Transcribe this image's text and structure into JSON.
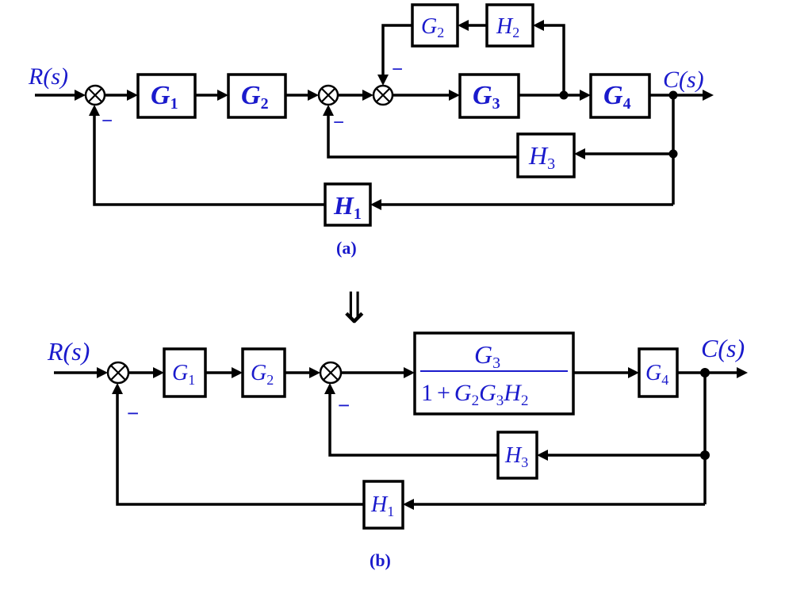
{
  "diagram_a": {
    "input_label": "R(s)",
    "output_label": "C(s)",
    "blocks": {
      "g1": {
        "sym": "G",
        "sub": "1"
      },
      "g2": {
        "sym": "G",
        "sub": "2"
      },
      "g3": {
        "sym": "G",
        "sub": "3"
      },
      "g4": {
        "sym": "G",
        "sub": "4"
      },
      "g2_feedback": {
        "sym": "G",
        "sub": "2"
      },
      "h2": {
        "sym": "H",
        "sub": "2"
      },
      "h3": {
        "sym": "H",
        "sub": "3"
      },
      "h1": {
        "sym": "H",
        "sub": "1"
      }
    },
    "signs": {
      "sum1": "−",
      "sum2": "−",
      "sum3": "−"
    },
    "caption": "(a)"
  },
  "transform_symbol": "⇓",
  "diagram_b": {
    "input_label": "R(s)",
    "output_label": "C(s)",
    "blocks": {
      "g1": {
        "sym": "G",
        "sub": "1"
      },
      "g2": {
        "sym": "G",
        "sub": "2"
      },
      "g4": {
        "sym": "G",
        "sub": "4"
      },
      "h3": {
        "sym": "H",
        "sub": "3"
      },
      "h1": {
        "sym": "H",
        "sub": "1"
      },
      "combined": {
        "numerator": {
          "sym": "G",
          "sub": "3"
        },
        "denominator": {
          "one": "1",
          "plus": "+",
          "g_a": {
            "sym": "G",
            "sub": "2"
          },
          "g_b": {
            "sym": "G",
            "sub": "3"
          },
          "h": {
            "sym": "H",
            "sub": "2"
          }
        }
      }
    },
    "signs": {
      "sum1": "−",
      "sum2": "−"
    },
    "caption": "(b)"
  }
}
